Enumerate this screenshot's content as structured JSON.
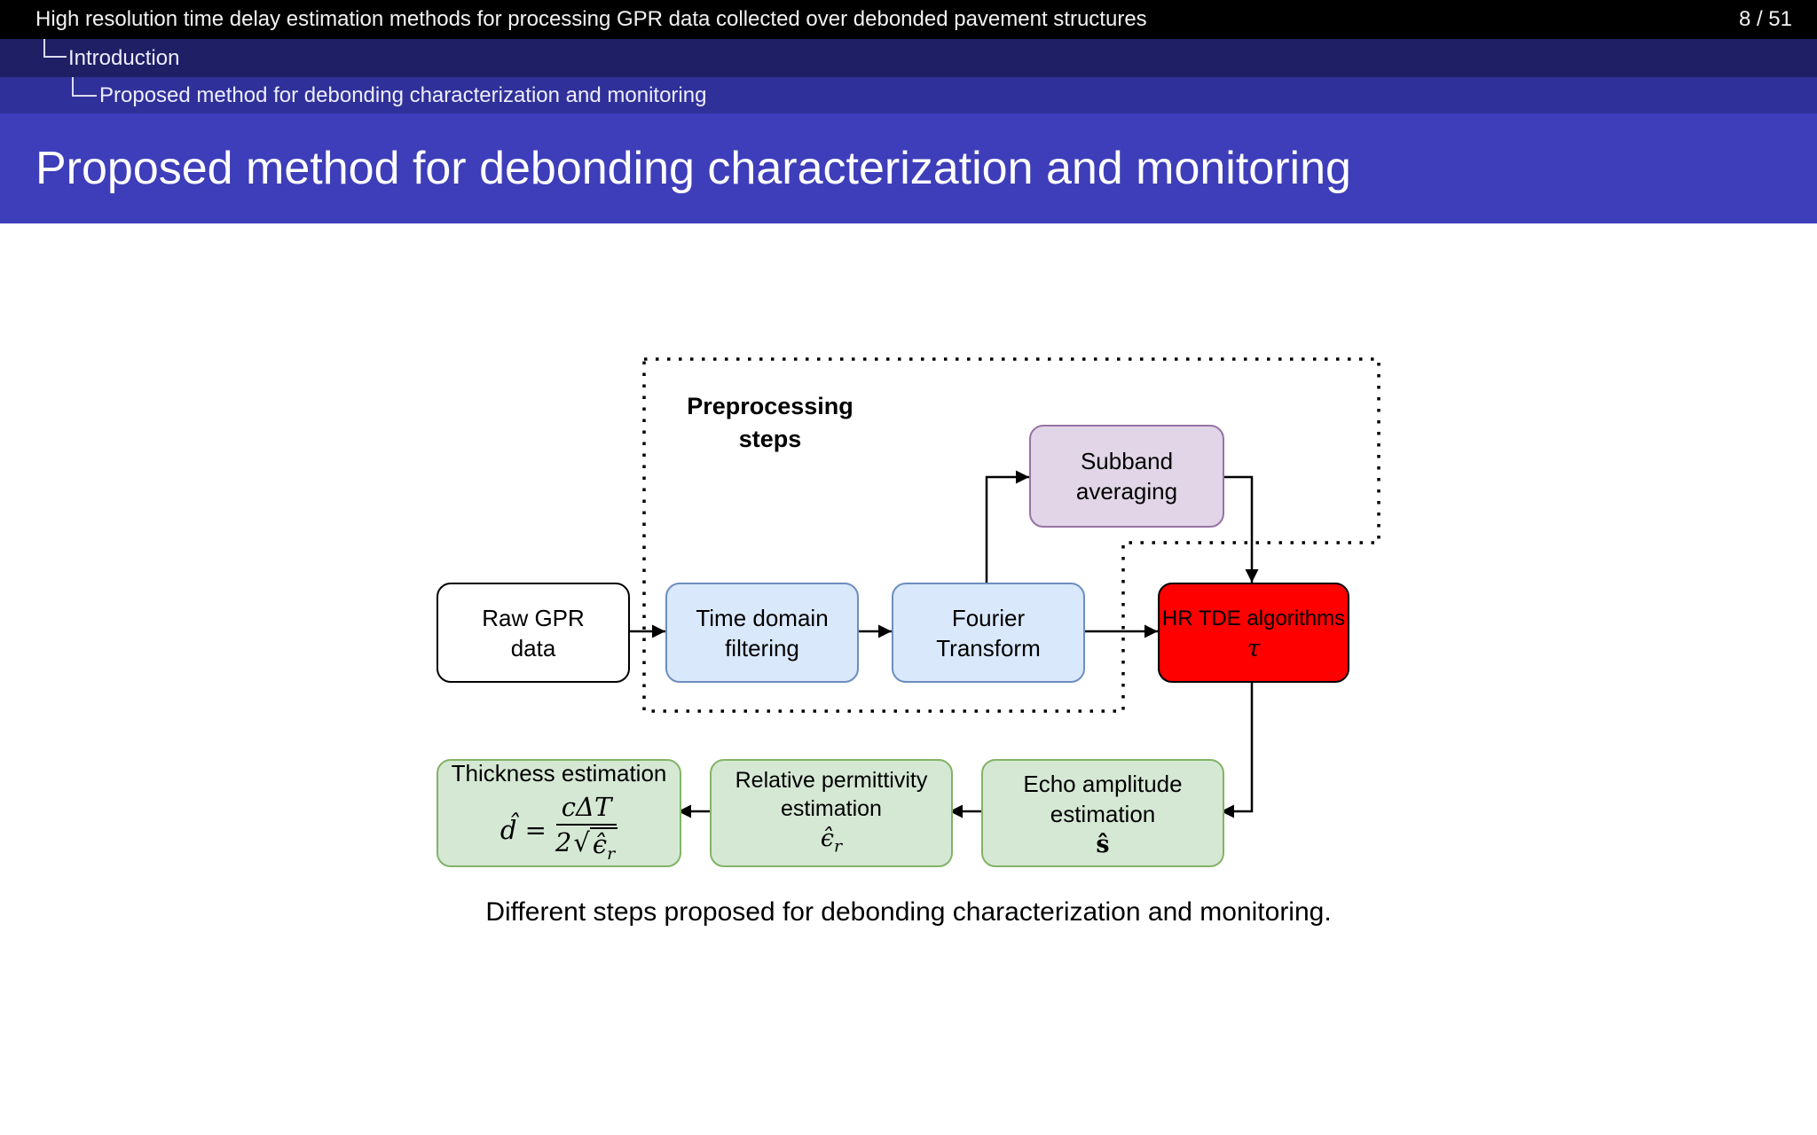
{
  "header": {
    "doc_title": "High resolution time delay estimation methods for processing GPR data collected over debonded pavement structures",
    "page_number": "8 / 51",
    "section": "Introduction",
    "subsection": "Proposed method for debonding characterization and monitoring"
  },
  "slide": {
    "title": "Proposed method for debonding characterization and monitoring",
    "caption": "Different steps proposed for debonding characterization and monitoring."
  },
  "diagram": {
    "preprocessing_label": {
      "line1": "Preprocessing",
      "line2": "steps"
    },
    "boxes": {
      "raw_gpr": {
        "line1": "Raw GPR",
        "line2": "data"
      },
      "time_domain": {
        "line1": "Time domain",
        "line2": "filtering"
      },
      "fourier": {
        "line1": "Fourier",
        "line2": "Transform"
      },
      "subband": {
        "line1": "Subband",
        "line2": "averaging"
      },
      "hr_tde": {
        "label": "HR TDE algorithms",
        "symbol": "τ"
      },
      "echo": {
        "line1": "Echo amplitude",
        "line2": "estimation",
        "symbol": "ŝ"
      },
      "permittivity": {
        "line1": "Relative permittivity",
        "line2": "estimation",
        "symbol": "ϵ̂",
        "symbol_sub": "r"
      },
      "thickness": {
        "title": "Thickness estimation",
        "formula_lhs": "d̂ =",
        "formula_num": "cΔT",
        "formula_den_coeff": "2",
        "formula_sqrt": "√",
        "formula_den_sym": "ϵ̂",
        "formula_den_sub": "r"
      }
    },
    "colors": {
      "topbar_bg": "#000000",
      "nav1_bg": "#1f1f66",
      "nav2_bg": "#30309a",
      "titlebar_bg": "#3e3eba",
      "blue_fill": "#dae8fc",
      "blue_border": "#6c8ebf",
      "purple_fill": "#e1d5e7",
      "purple_border": "#9673a6",
      "green_fill": "#d5e8d4",
      "green_border": "#82b366",
      "red_fill": "#ff0000",
      "line_color": "#000000"
    }
  }
}
